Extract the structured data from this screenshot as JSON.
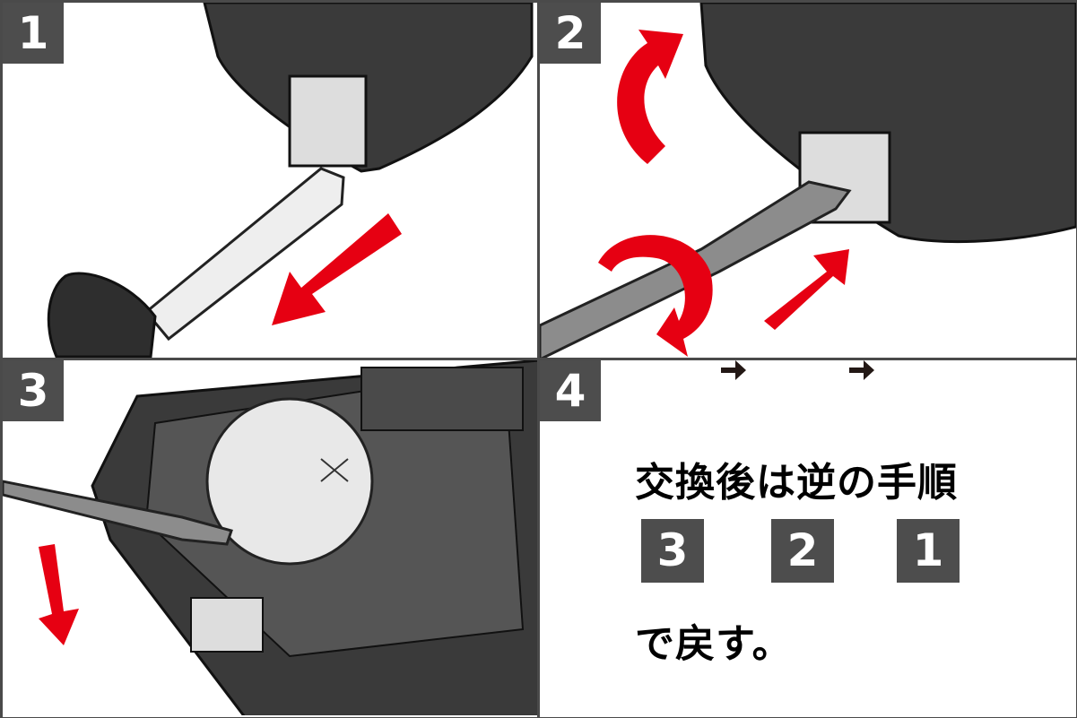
{
  "steps": [
    {
      "number": "1"
    },
    {
      "number": "2"
    },
    {
      "number": "3"
    },
    {
      "number": "4"
    }
  ],
  "instructions": {
    "line1": "交換後は逆の手順",
    "sequence": [
      "3",
      "2",
      "1"
    ],
    "line3": "で戻す。"
  },
  "colors": {
    "badge": "#4d4d4d",
    "arrow": "#e60012",
    "fob": "#3a3a3a"
  }
}
